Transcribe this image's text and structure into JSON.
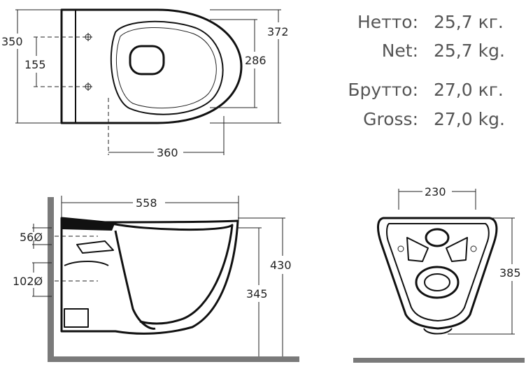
{
  "top_view": {
    "dim_350": "350",
    "dim_155": "155",
    "dim_372": "372",
    "dim_286": "286",
    "dim_360": "360"
  },
  "weights": {
    "netto_ru_label": "Нетто:",
    "netto_ru_value": "25,7 кг.",
    "net_en_label": "Net:",
    "net_en_value": "25,7 kg.",
    "brutto_ru_label": "Брутто:",
    "brutto_ru_value": "27,0 кг.",
    "gross_en_label": "Gross:",
    "gross_en_value": "27,0 kg."
  },
  "side_view": {
    "dim_558": "558",
    "dim_56": "56Ø",
    "dim_102": "102Ø",
    "dim_430": "430",
    "dim_345": "345"
  },
  "front_view": {
    "dim_230": "230",
    "dim_385": "385"
  }
}
